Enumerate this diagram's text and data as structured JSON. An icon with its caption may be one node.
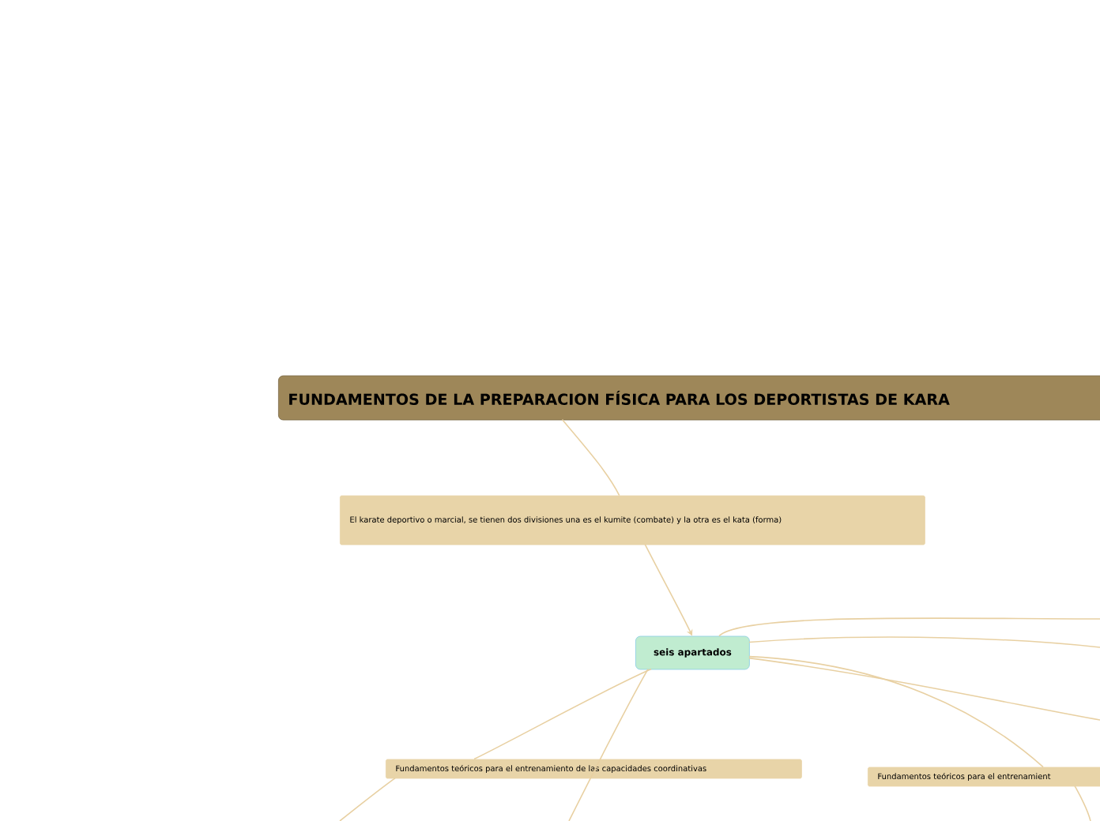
{
  "diagram": {
    "nodes": [
      {
        "text": [
          "FUNDAMENTOS DE LA PREPARACION FÍSICA PARA LOS DEPORTISTAS DE KARA"
        ]
      },
      {
        "text": [
          "El karate deportivo o marcial, se tienen dos divisiones una es el kumite (combate) y la otra es el kata (forma)"
        ]
      },
      {
        "text": [
          "seis apartados"
        ]
      },
      {
        "text": [
          "Fundamentos teóricos para el entrenamiento de las capacidades coordinativas"
        ]
      },
      {
        "text": [
          "Fundamentos teóricos para el entrenamient"
        ]
      }
    ],
    "edges": [
      {
        "from": 0,
        "to": 1,
        "arrow": "none"
      },
      {
        "from": 1,
        "to": 2,
        "arrow": "to"
      },
      {
        "from": 2,
        "to": null,
        "arrow": "none"
      },
      {
        "from": 2,
        "to": null,
        "arrow": "none"
      },
      {
        "from": 2,
        "to": null,
        "arrow": "none"
      },
      {
        "from": 2,
        "to": 4,
        "arrow": "none"
      },
      {
        "from": 4,
        "to": null,
        "arrow": "none"
      },
      {
        "from": 2,
        "to": 3,
        "arrow": "none"
      },
      {
        "from": 3,
        "to": null,
        "arrow": "none"
      },
      {
        "from": 2,
        "to": null,
        "arrow": "none"
      }
    ]
  }
}
